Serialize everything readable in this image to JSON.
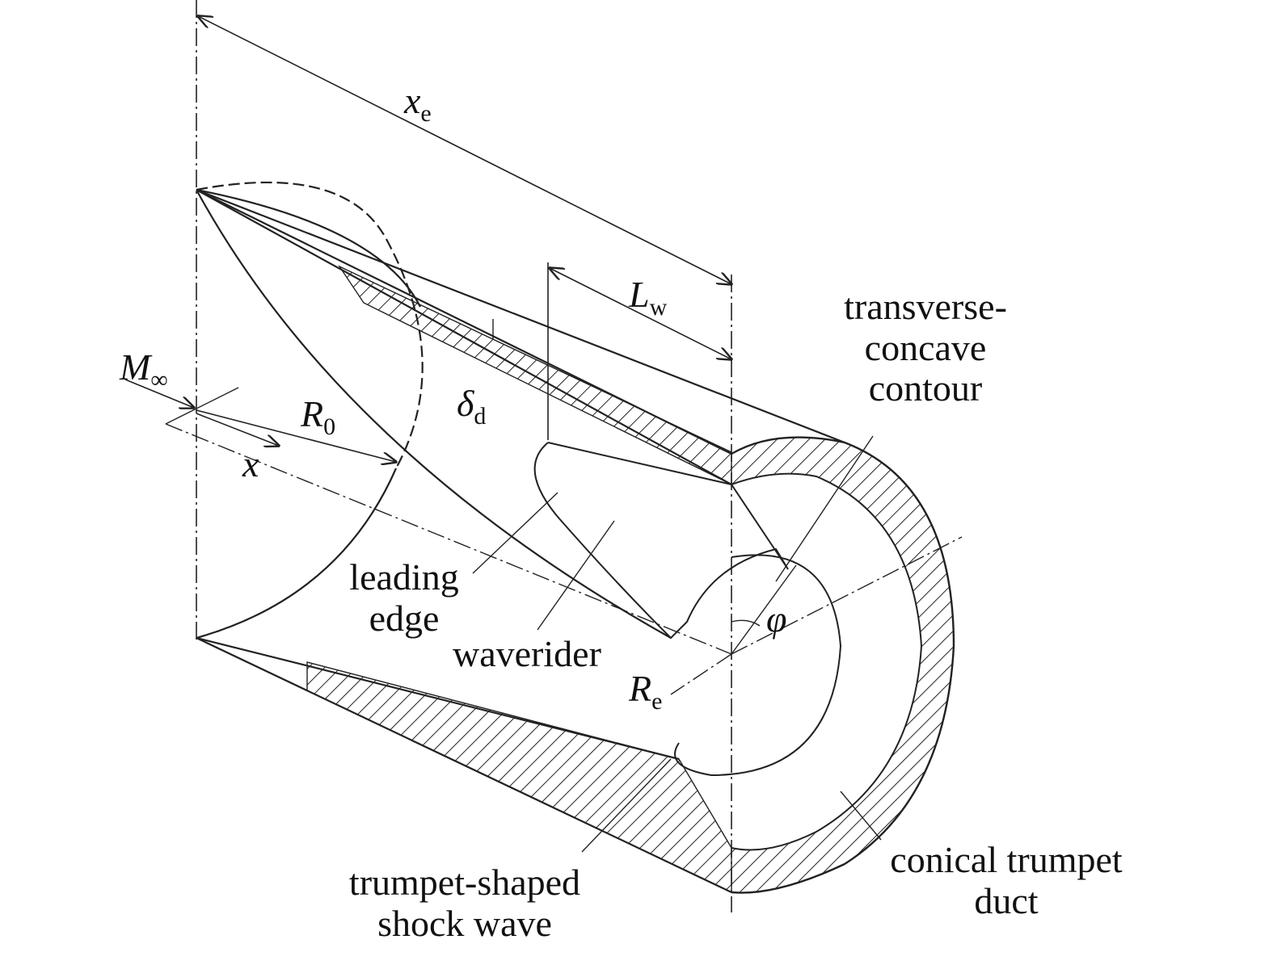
{
  "labels": {
    "xe": {
      "main": "x",
      "sub": "e"
    },
    "lw": {
      "main": "L",
      "sub": "w"
    },
    "minf": {
      "main": "M",
      "sub": "∞"
    },
    "r0": {
      "main": "R",
      "sub": "0"
    },
    "x": "x",
    "delta": {
      "main": "δ",
      "sub": "d"
    },
    "phi": "φ",
    "re": {
      "main": "R",
      "sub": "e"
    },
    "transverse": [
      "transverse-",
      "concave",
      "contour"
    ],
    "leading_edge": [
      "leading",
      "edge"
    ],
    "waverider": "waverider",
    "shock": [
      "trumpet-shaped",
      "shock wave"
    ],
    "duct": [
      "conical trumpet",
      "duct"
    ]
  }
}
